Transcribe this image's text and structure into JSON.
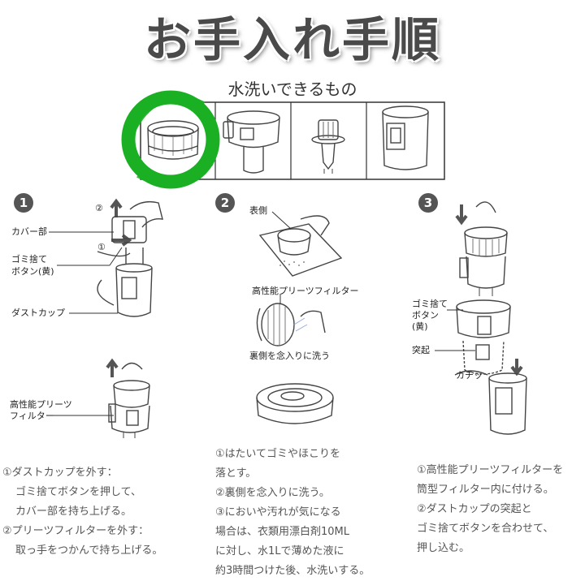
{
  "title": "お手入れ手順",
  "subtitle": "水洗いできるもの",
  "colors": {
    "title": "#4a4a4a",
    "highlight": "#1bb024",
    "step_badge": "#555555"
  },
  "panel": {
    "items": [
      "dust-cup-ring",
      "cover-part",
      "filter-core",
      "dust-cup"
    ]
  },
  "step1": {
    "number": "1",
    "labels": {
      "cover": "カバー部",
      "button": [
        "ゴミ捨て",
        "ボタン(黄)"
      ],
      "cup": "ダストカップ",
      "filter": [
        "高性能プリーツ",
        "フィルター"
      ]
    },
    "arrow_marks": [
      "②",
      "①"
    ],
    "description": [
      "①ダストカップを外す：",
      "ゴミ捨てボタンを押して、",
      "カバー部を持ち上げる。",
      "②プリーツフィルターを外す：",
      "取っ手をつかんで持ち上げる。"
    ]
  },
  "step2": {
    "number": "2",
    "labels": {
      "front": "表側",
      "filter": "高性能プリーツフィルター",
      "back": "裏側を念入りに洗う"
    },
    "description": [
      "①はたいてゴミやほこりを",
      "落とす。",
      "②裏側を念入りに洗う。",
      "③においや汚れが気になる",
      "場合は、衣類用漂白剤10ML",
      "に対し、水1Lで薄めた液に",
      "約3時間つけた後、水洗いする。"
    ]
  },
  "step3": {
    "number": "3",
    "labels": {
      "button": [
        "ゴミ捨て",
        "ボタン",
        "(黄)"
      ],
      "protrusion": "突起",
      "click": "カチッ"
    },
    "description": [
      "①高性能プリーツフィルターを",
      "筒型フィルター内に付ける。",
      "②ダストカップの突起と",
      "ゴミ捨てボタンを合わせて、",
      "押し込む。"
    ]
  }
}
